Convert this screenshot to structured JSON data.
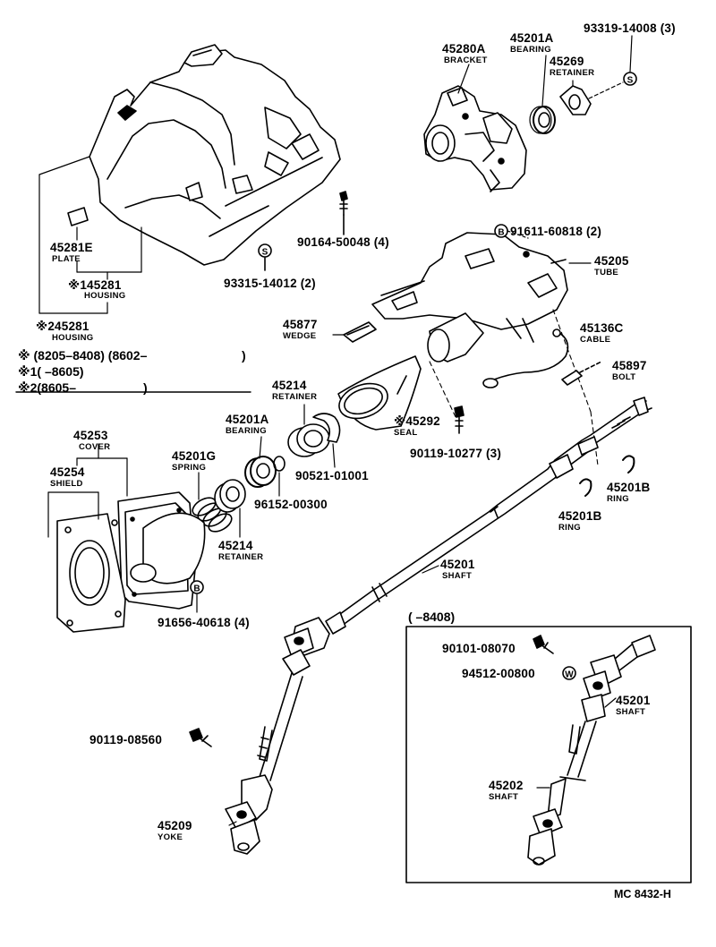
{
  "labels": {
    "l45280a": {
      "part": "45280A",
      "name": "BRACKET"
    },
    "l45201a_top": {
      "part": "45201A",
      "name": "BEARING"
    },
    "l45269": {
      "part": "45269",
      "name": "RETAINER"
    },
    "l93319": {
      "part": "93319-14008 (3)"
    },
    "l91611": {
      "part": "91611-60818 (2)"
    },
    "l45205": {
      "part": "45205",
      "name": "TUBE"
    },
    "l45281e": {
      "part": "45281E",
      "name": "PLATE"
    },
    "l90164": {
      "part": "90164-50048 (4)"
    },
    "l45281_1": {
      "part": "※145281",
      "name": "HOUSING"
    },
    "l93315": {
      "part": "93315-14012 (2)"
    },
    "l45281_2": {
      "part": "※245281",
      "name": "HOUSING"
    },
    "l45877": {
      "part": "45877",
      "name": "WEDGE"
    },
    "l45136c": {
      "part": "45136C",
      "name": "CABLE"
    },
    "l45897": {
      "part": "45897",
      "name": "BOLT"
    },
    "l45214_top": {
      "part": "45214",
      "name": "RETAINER"
    },
    "l45292": {
      "part": "※45292",
      "name": "SEAL"
    },
    "l90119_10277": {
      "part": "90119-10277 (3)"
    },
    "l45201a_mid": {
      "part": "45201A",
      "name": "BEARING"
    },
    "l45253": {
      "part": "45253",
      "name": "COVER"
    },
    "l45254": {
      "part": "45254",
      "name": "SHIELD"
    },
    "l45201g": {
      "part": "45201G",
      "name": "SPRING"
    },
    "l90521": {
      "part": "90521-01001"
    },
    "l96152": {
      "part": "96152-00300"
    },
    "l45214_bot": {
      "part": "45214",
      "name": "RETAINER"
    },
    "l45201b_r": {
      "part": "45201B",
      "name": "RING"
    },
    "l45201b_l": {
      "part": "45201B",
      "name": "RING"
    },
    "l45201": {
      "part": "45201",
      "name": "SHAFT"
    },
    "l91656": {
      "part": "91656-40618 (4)"
    },
    "l90119_08560": {
      "part": "90119-08560"
    },
    "l45209": {
      "part": "45209",
      "name": "YOKE"
    },
    "l90101": {
      "part": "90101-08070"
    },
    "l94512": {
      "part": "94512-00800"
    },
    "l45201_inset": {
      "part": "45201",
      "name": "SHAFT"
    },
    "l45202": {
      "part": "45202",
      "name": "SHAFT"
    }
  },
  "legend": {
    "line0": "※ (8205–8408) (8602–",
    "line1": "※1(       –8605)",
    "line2": "※2(8605–"
  },
  "inset": {
    "title": "(        –8408)"
  },
  "figure_ref": "MC 8432-H",
  "callout_symbols": {
    "s": "S",
    "b": "B",
    "w": "W"
  }
}
